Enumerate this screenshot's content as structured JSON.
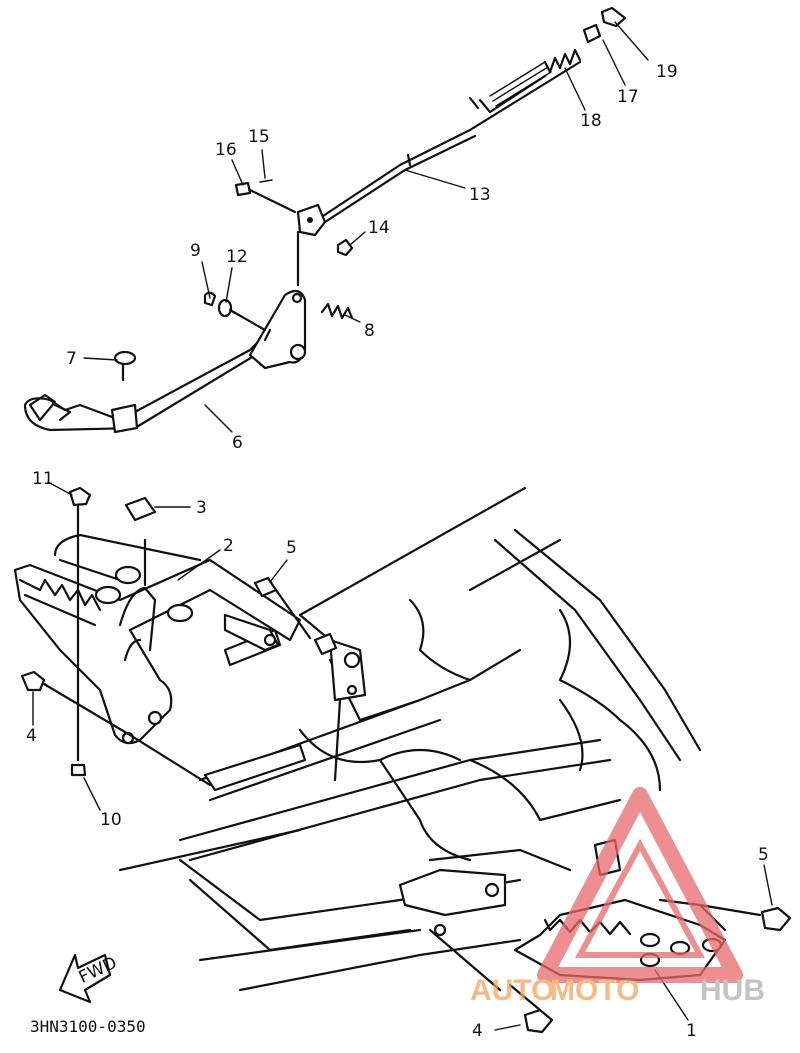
{
  "callouts": [
    {
      "id": "1",
      "label": "1"
    },
    {
      "id": "2",
      "label": "2"
    },
    {
      "id": "3",
      "label": "3"
    },
    {
      "id": "4a",
      "label": "4"
    },
    {
      "id": "4b",
      "label": "4"
    },
    {
      "id": "5a",
      "label": "5"
    },
    {
      "id": "5b",
      "label": "5"
    },
    {
      "id": "6",
      "label": "6"
    },
    {
      "id": "7",
      "label": "7"
    },
    {
      "id": "8",
      "label": "8"
    },
    {
      "id": "9",
      "label": "9"
    },
    {
      "id": "10",
      "label": "10"
    },
    {
      "id": "11",
      "label": "11"
    },
    {
      "id": "12",
      "label": "12"
    },
    {
      "id": "13",
      "label": "13"
    },
    {
      "id": "14",
      "label": "14"
    },
    {
      "id": "15",
      "label": "15"
    },
    {
      "id": "16",
      "label": "16"
    },
    {
      "id": "17",
      "label": "17"
    },
    {
      "id": "18",
      "label": "18"
    },
    {
      "id": "19",
      "label": "19"
    }
  ],
  "direction_label": "FWD",
  "diagram_code": "3HN3100-0350",
  "watermark": {
    "part1": "AUTO",
    "part2": "MOTO",
    "part3": "HUB",
    "color_primary": "#f4a460",
    "color_secondary": "#b0b0b0",
    "logo_color": "#e8696b"
  }
}
